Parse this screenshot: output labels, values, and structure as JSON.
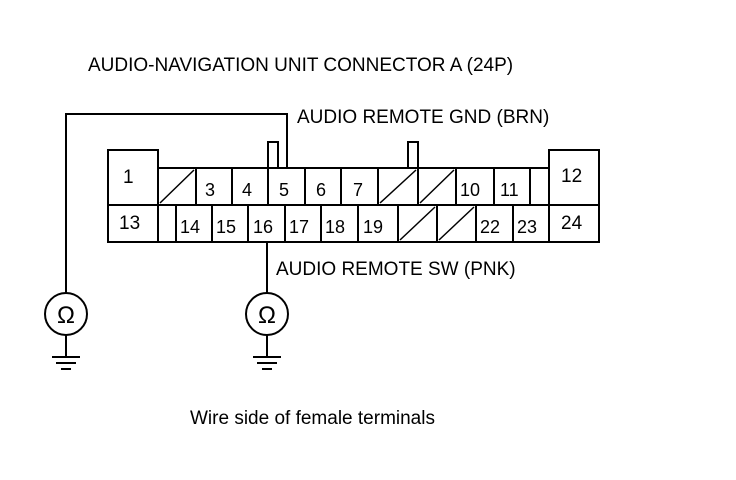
{
  "title": "AUDIO-NAVIGATION UNIT CONNECTOR A (24P)",
  "top_label": "AUDIO REMOTE GND (BRN)",
  "bottom_label": "AUDIO REMOTE SW (PNK)",
  "footer": "Wire side of female terminals",
  "ohm_symbol": "Ω",
  "pins": {
    "p1": "1",
    "p3": "3",
    "p4": "4",
    "p5": "5",
    "p6": "6",
    "p7": "7",
    "p10": "10",
    "p11": "11",
    "p12": "12",
    "p13": "13",
    "p14": "14",
    "p15": "15",
    "p16": "16",
    "p17": "17",
    "p18": "18",
    "p19": "19",
    "p22": "22",
    "p23": "23",
    "p24": "24"
  },
  "icons": {
    "meter": "ohmmeter-icon",
    "ground": "ground-icon"
  }
}
